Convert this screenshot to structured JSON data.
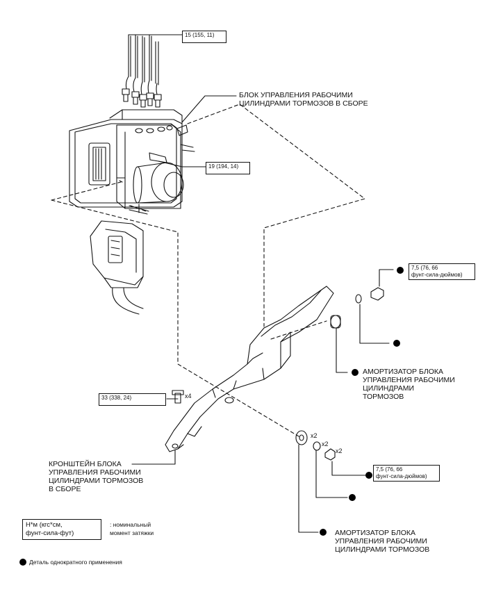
{
  "labels": {
    "abs_unit": "БЛОК УПРАВЛЕНИЯ РАБОЧИМИ\nЦИЛИНДРАМИ ТОРМОЗОВ В СБОРЕ",
    "damper_upper": "АМОРТИЗАТОР БЛОКА\nУПРАВЛЕНИЯ РАБОЧИМИ\nЦИЛИНДРАМИ\nТОРМОЗОВ",
    "bracket": "КРОНШТЕЙН БЛОКА\nУПРАВЛЕНИЯ РАБОЧИМИ\nЦИЛИНДРАМИ ТОРМОЗОВ\nВ СБОРЕ",
    "damper_lower": "АМОРТИЗАТОР БЛОКА\nУПРАВЛЕНИЯ РАБОЧИМИ\nЦИЛИНДРАМИ ТОРМОЗОВ"
  },
  "torque": {
    "brake_lines": "15 (155, 11)",
    "unit_bolts": "19 (194, 14)",
    "bracket_bolt": "33 (338, 24)",
    "nut_upper": "7,5 (76, 66\nфунт-сила-дюймов)",
    "nut_lower": "7,5 (76, 66\nфунт-сила-дюймов)"
  },
  "multipliers": {
    "bracket_bolt": "x4",
    "damper": "x2",
    "washer": "x2",
    "nut": "x2"
  },
  "legend": {
    "units": "Н*м (кгс*см,\nфунт-сила-фут)",
    "units_meaning": ": номинальный\nмомент затяжки",
    "single_use": "Деталь однократного применения"
  }
}
